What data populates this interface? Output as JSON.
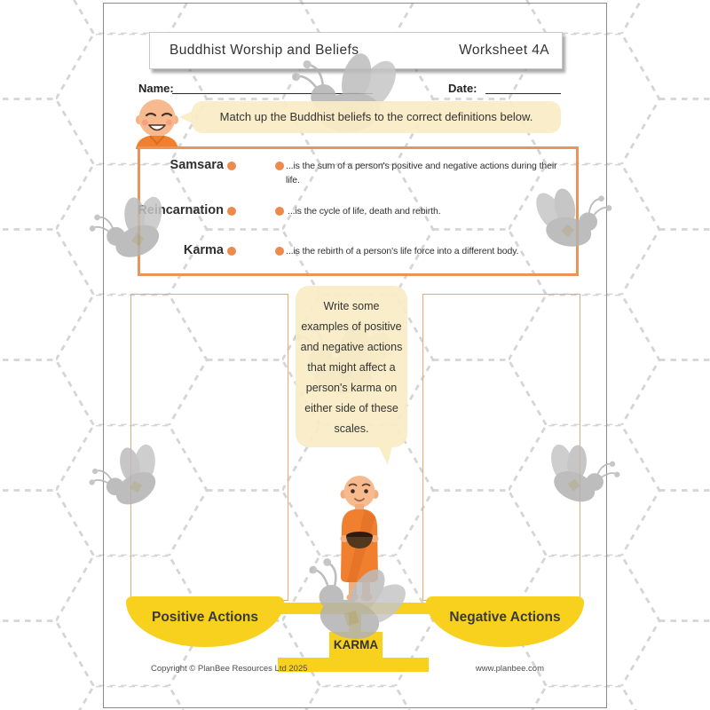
{
  "page": {
    "header": {
      "title": "Buddhist Worship and Beliefs",
      "worksheet_label": "Worksheet 4A"
    },
    "fields": {
      "name_label": "Name:",
      "date_label": "Date:"
    },
    "intro_bubble": "Match up the Buddhist beliefs to the correct definitions below.",
    "matching": {
      "terms": [
        {
          "label": "Samsara",
          "definition": "...is the sum of a person's positive and negative actions during their life."
        },
        {
          "label": "Reincarnation",
          "definition": "...is the cycle of life, death and rebirth."
        },
        {
          "label": "Karma",
          "definition": "...is the rebirth of a person's life force into a different body."
        }
      ]
    },
    "task_bubble": "Write some\nexamples of positive\nand negative actions\nthat might affect a\nperson's karma on\neither side of these\nscales.",
    "scales": {
      "left_pan": "Positive Actions",
      "right_pan": "Negative Actions",
      "base_label": "KARMA"
    },
    "footer": {
      "copyright": "Copyright © PlanBee Resources Ltd 2025",
      "website": "www.planbee.com"
    },
    "colors": {
      "accent_orange": "#ED9357",
      "bubble_cream": "#FAEDC6",
      "scale_yellow": "#F8D01E",
      "robe_orange": "#F0802F",
      "text_dark": "#3A3A3A",
      "bee_gray": "#B2B2B2"
    }
  }
}
